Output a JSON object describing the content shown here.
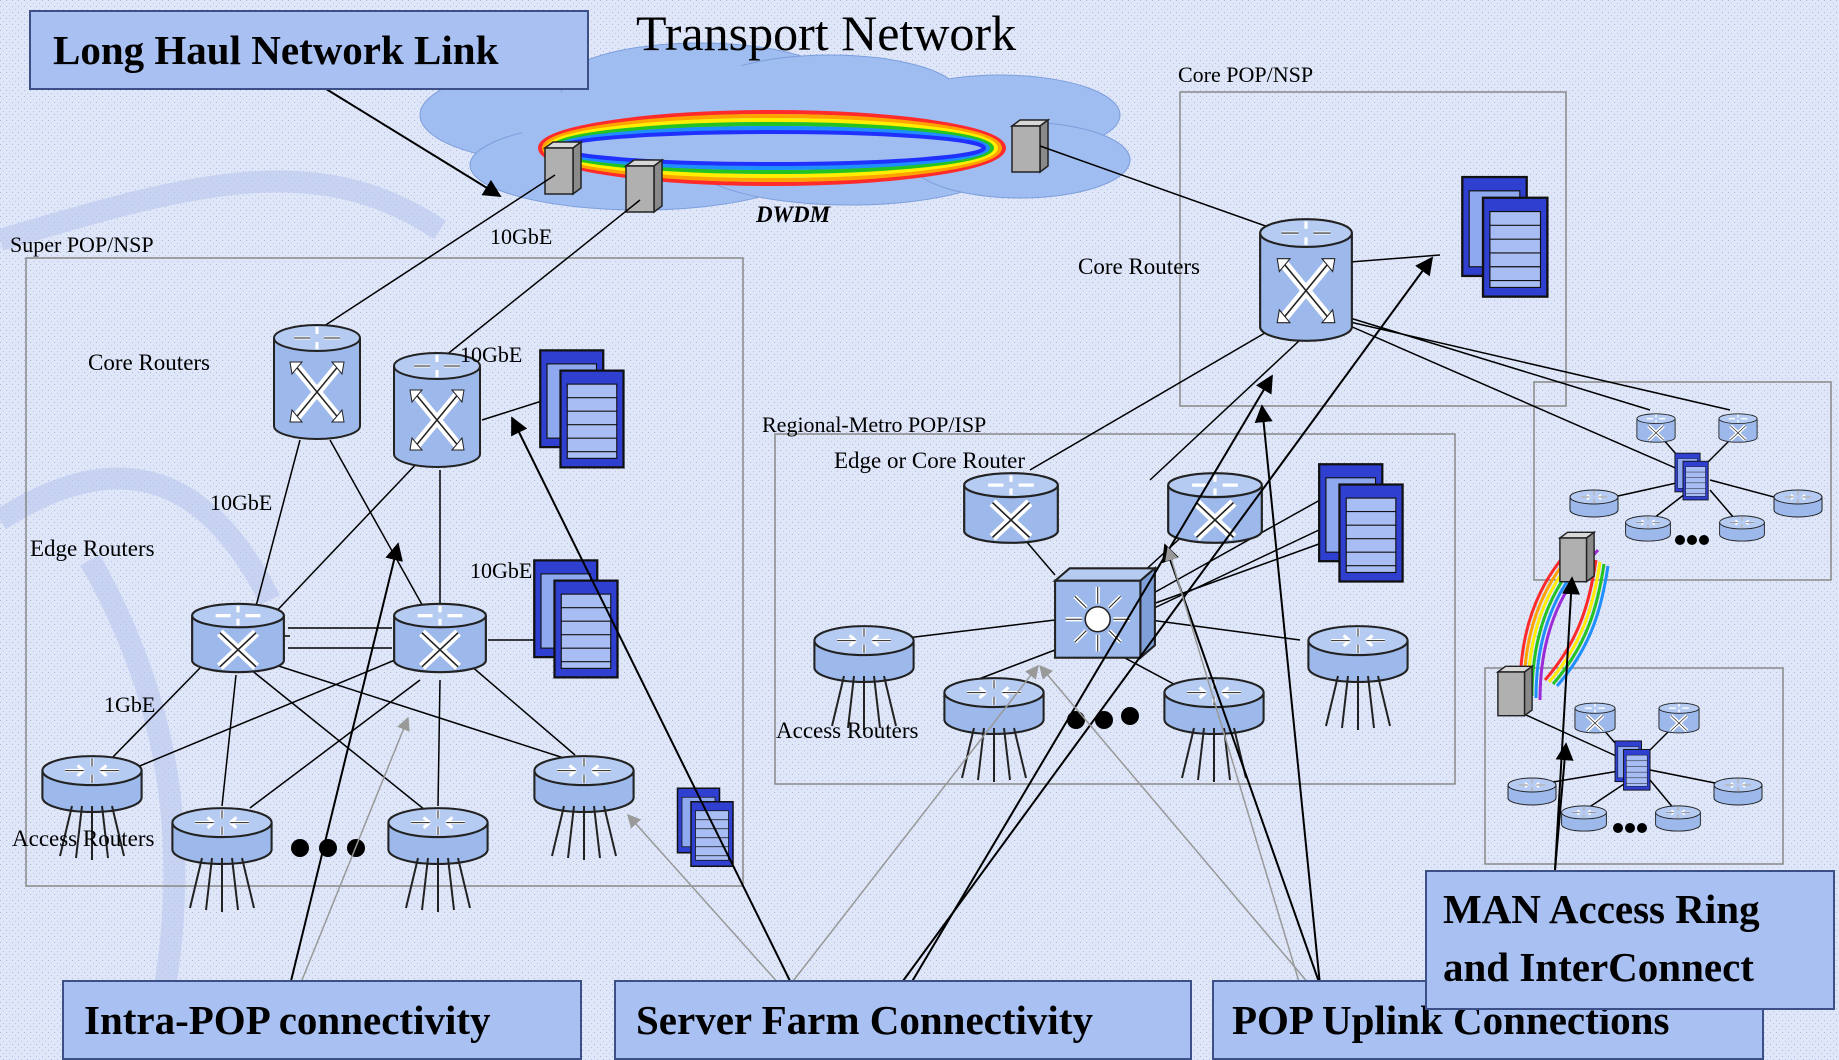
{
  "title": "Transport Network",
  "callouts": {
    "long_haul": "Long Haul Network Link",
    "intra_pop": "Intra-POP connectivity",
    "server_farm": "Server Farm Connectivity",
    "pop_uplink": "POP Uplink Connections",
    "man_line1": "MAN Access Ring",
    "man_line2": "and InterConnect"
  },
  "labels": {
    "dwdm": "DWDM",
    "super_pop": "Super POP/NSP",
    "core_pop": "Core POP/NSP",
    "regional_pop": "Regional-Metro POP/ISP",
    "core_routers_left": "Core Routers",
    "core_routers_right": "Core Routers",
    "edge_routers": "Edge Routers",
    "access_routers_left": "Access Routers",
    "access_routers_mid": "Access Routers",
    "edge_or_core": "Edge or Core Router",
    "gbe_top": "10GbE",
    "gbe_core": "10GbE",
    "gbe_edge": "10GbE",
    "gbe_server": "10GbE",
    "one_gbe": "1GbE"
  },
  "colors": {
    "background": "#dfe6f8",
    "callout_fill": "#a9c1f2",
    "device_fill": "#9db8ea",
    "server_fill": "#2f3fd0",
    "cloud": "#9fbdf0",
    "ring": [
      "#ff2a2a",
      "#ffa300",
      "#ffee00",
      "#22c322",
      "#1f8fff",
      "#2030ff",
      "#9b2bd6"
    ]
  },
  "icons": [
    "cloud-icon",
    "router-icon",
    "switch-icon",
    "server-icon",
    "optical-node-icon",
    "ellipsis-icon"
  ]
}
